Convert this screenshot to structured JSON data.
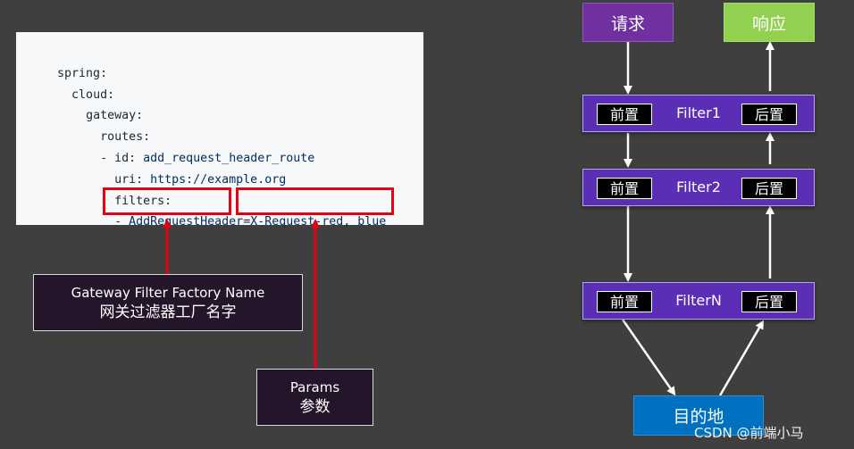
{
  "code": {
    "lines": [
      {
        "indent": "",
        "key": "spring:",
        "value": ""
      },
      {
        "indent": "  ",
        "key": "cloud:",
        "value": ""
      },
      {
        "indent": "    ",
        "key": "gateway:",
        "value": ""
      },
      {
        "indent": "      ",
        "key": "routes:",
        "value": ""
      },
      {
        "indent": "      ",
        "key": "- id: ",
        "value": "add_request_header_route"
      },
      {
        "indent": "        ",
        "key": "uri: ",
        "value": "https://example.org"
      },
      {
        "indent": "        ",
        "key": "filters:",
        "value": ""
      }
    ],
    "last_line_prefix": "        - ",
    "factory_name": "AddRequestHeader",
    "equals": "=",
    "params": "X-Request-red, blue"
  },
  "callouts": {
    "factory": {
      "en": "Gateway Filter Factory Name",
      "zh": "网关过滤器工厂名字"
    },
    "params": {
      "en": "Params",
      "zh": "参数"
    }
  },
  "flow": {
    "request": "请求",
    "response": "响应",
    "target": "目的地",
    "filters": [
      {
        "pre": "前置",
        "name": "Filter1",
        "post": "后置"
      },
      {
        "pre": "前置",
        "name": "Filter2",
        "post": "后置"
      },
      {
        "pre": "前置",
        "name": "FilterN",
        "post": "后置"
      }
    ]
  },
  "watermark": "CSDN @前端小马",
  "colors": {
    "background": "#3f3f3f",
    "highlight": "#e60012",
    "request": "#7030a0",
    "response": "#92d050",
    "filter": "#5b2fb5",
    "target": "#0070c0",
    "callout": "#24152b"
  }
}
